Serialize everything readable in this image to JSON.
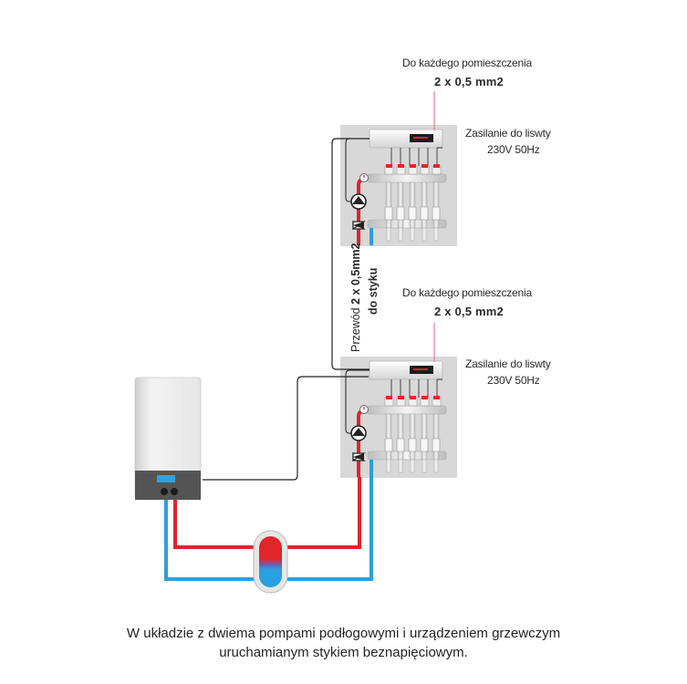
{
  "upper_unit": {
    "room_note": "Do każdego pomieszczenia",
    "room_wire": "2 x 0,5 mm2",
    "power_line1": "Zasilanie do liswty",
    "power_line2": "230V 50Hz"
  },
  "lower_unit": {
    "room_note": "Do każdego pomieszczenia",
    "room_wire": "2 x 0,5 mm2",
    "power_line1": "Zasilanie do liswty",
    "power_line2": "230V 50Hz"
  },
  "link_wire": {
    "line1_prefix": "Przewód ",
    "line1_bold": "2 x 0,5mm2",
    "line2": "do styku"
  },
  "caption": {
    "line1": "W układzie z dwiema pompami podłogowymi i urządzeniem grzewczym",
    "line2": "uruchamianym stykiem beznapięciowym."
  },
  "colors": {
    "hot_pipe": "#e3242b",
    "cold_pipe": "#2a9fe0",
    "cabinet": "#d8d8d8",
    "signal_line": "#e8808a",
    "boiler_display": "#2aa3e6"
  }
}
